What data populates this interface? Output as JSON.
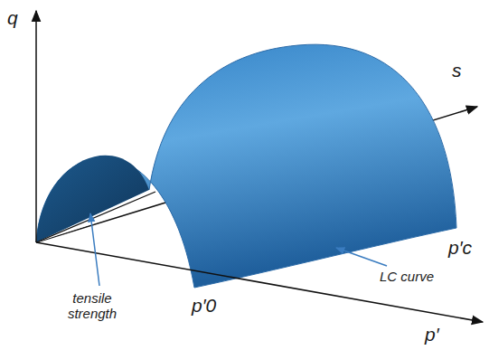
{
  "diagram": {
    "labels": [
      "q",
      "s",
      "p′c",
      "p′0",
      "p′",
      "LC curve",
      "tensile strength"
    ]
  }
}
